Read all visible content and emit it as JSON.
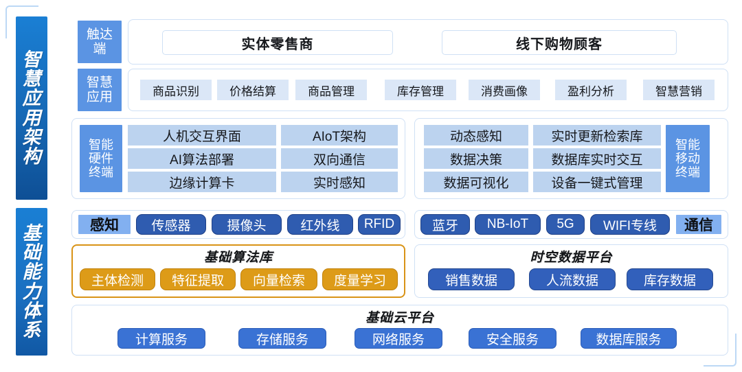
{
  "rails": [
    {
      "key": "app",
      "label": "智慧应用架构"
    },
    {
      "key": "base",
      "label": "基础能力体系"
    }
  ],
  "touch_row": {
    "side_label": "触达端",
    "chips": [
      "实体零售商",
      "线下购物顾客"
    ]
  },
  "app_row": {
    "side_label": "智慧应用",
    "tags": [
      "商品识别",
      "价格结算",
      "商品管理",
      "库存管理",
      "消费画像",
      "盈利分析",
      "智慧营销"
    ]
  },
  "hardware_panel": {
    "side_label": "智能硬件终端",
    "cells_left": [
      "人机交互界面",
      "AI算法部署",
      "边缘计算卡"
    ],
    "cells_right": [
      "AIoT架构",
      "双向通信",
      "实时感知"
    ]
  },
  "mobile_panel": {
    "side_label": "智能移动终端",
    "cells_left": [
      "动态感知",
      "数据决策",
      "数据可视化"
    ],
    "cells_right": [
      "实时更新检索库",
      "数据库实时交互",
      "设备一键式管理"
    ]
  },
  "sense_row": {
    "highlight": "感知",
    "pills": [
      "传感器",
      "摄像头",
      "红外线",
      "RFID"
    ]
  },
  "comm_row": {
    "highlight": "通信",
    "pills": [
      "蓝牙",
      "NB-IoT",
      "5G",
      "WIFI专线"
    ]
  },
  "algo_panel": {
    "title": "基础算法库",
    "pills": [
      "主体检测",
      "特征提取",
      "向量检索",
      "度量学习"
    ]
  },
  "spacetime_panel": {
    "title": "时空数据平台",
    "pills": [
      "销售数据",
      "人流数据",
      "库存数据"
    ]
  },
  "cloud_panel": {
    "title": "基础云平台",
    "pills": [
      "计算服务",
      "存储服务",
      "网络服务",
      "安全服务",
      "数据库服务"
    ]
  },
  "colors": {
    "rail_blue": "#1668b5",
    "side_label_blue": "#5b94e3",
    "pale_tag": "#dbe7f7",
    "cell_blue": "#bcd3ef",
    "pill_blue": "#2f5cb0",
    "highlight_blue": "#82b0f0",
    "orange": "#dd9b18",
    "panel_border": "#cfe0f5"
  }
}
